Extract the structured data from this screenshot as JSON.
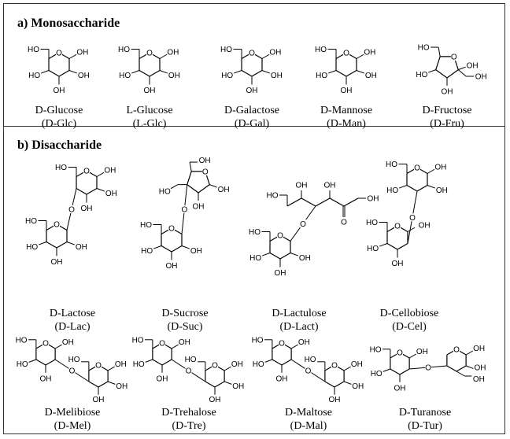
{
  "sections": {
    "mono": {
      "title": "a) Monosaccharide"
    },
    "di": {
      "title": "b) Disaccharide"
    }
  },
  "labels": {
    "oh": "OH",
    "ho": "HO",
    "o": "O"
  },
  "mono": [
    {
      "name": "D-Glucose",
      "abbr": "(D-Glc)"
    },
    {
      "name": "L-Glucose",
      "abbr": "(L-Glc)"
    },
    {
      "name": "D-Galactose",
      "abbr": "(D-Gal)"
    },
    {
      "name": "D-Mannose",
      "abbr": "(D-Man)"
    },
    {
      "name": "D-Fructose",
      "abbr": "(D-Fru)"
    }
  ],
  "di": [
    {
      "name": "D-Lactose",
      "abbr": "(D-Lac)"
    },
    {
      "name": "D-Sucrose",
      "abbr": "(D-Suc)"
    },
    {
      "name": "D-Lactulose",
      "abbr": "(D-Lact)"
    },
    {
      "name": "D-Cellobiose",
      "abbr": "(D-Cel)"
    },
    {
      "name": "D-Melibiose",
      "abbr": "(D-Mel)"
    },
    {
      "name": "D-Trehalose",
      "abbr": "(D-Tre)"
    },
    {
      "name": "D-Maltose",
      "abbr": "(D-Mal)"
    },
    {
      "name": "D-Turanose",
      "abbr": "(D-Tur)"
    }
  ]
}
